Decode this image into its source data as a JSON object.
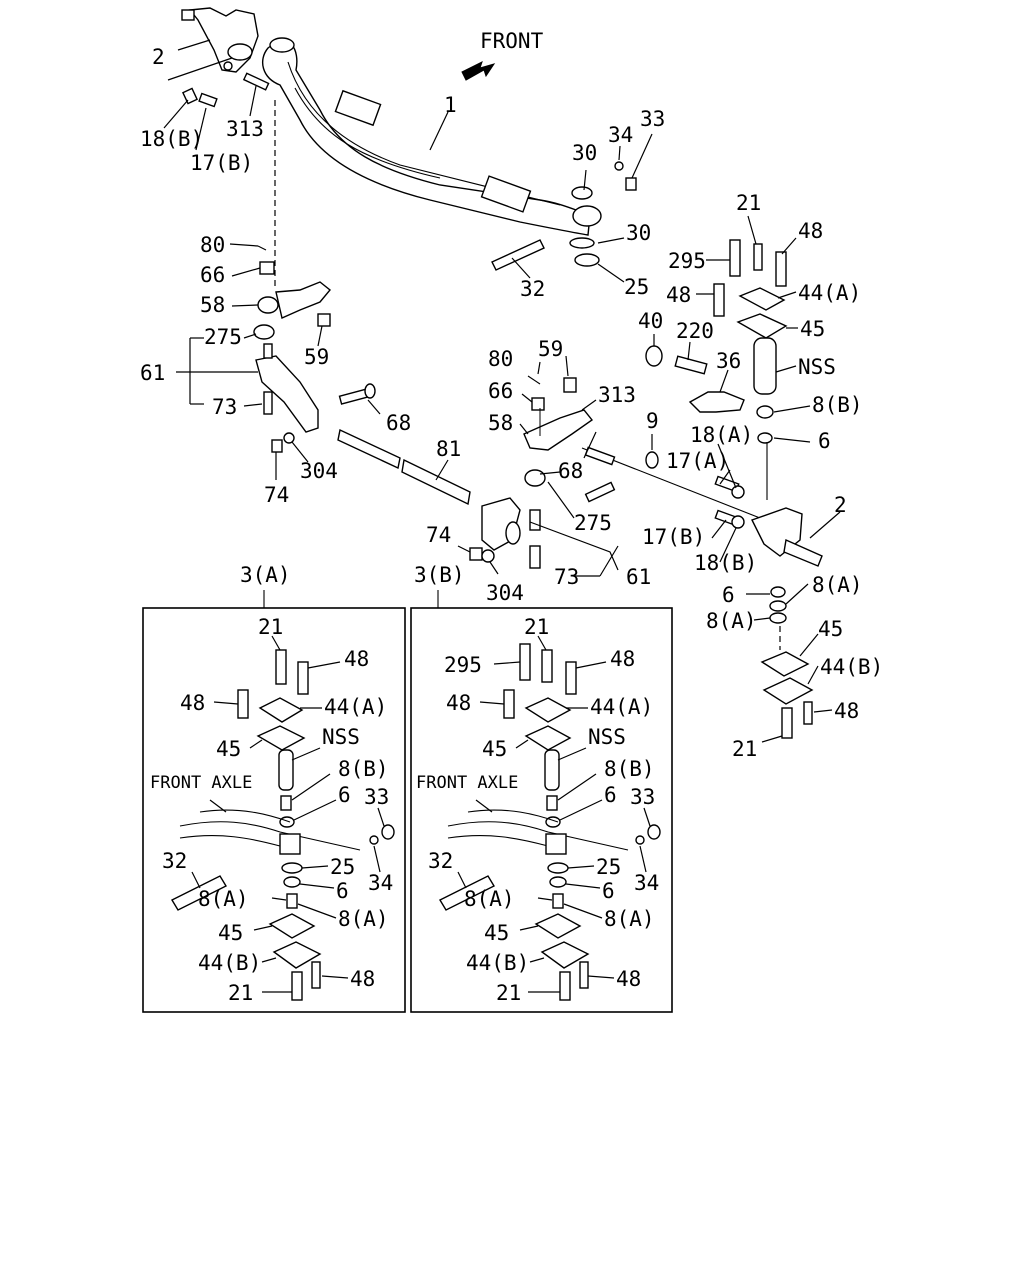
{
  "direction_label": "FRONT",
  "insets": [
    {
      "title": "3(A)",
      "front_axle_label": "FRONT AXLE"
    },
    {
      "title": "3(B)",
      "front_axle_label": "FRONT AXLE"
    }
  ],
  "callouts": {
    "main": [
      "2",
      "18(B)",
      "17(B)",
      "313",
      "1",
      "30",
      "34",
      "33",
      "30",
      "25",
      "32",
      "80",
      "66",
      "58",
      "275",
      "59",
      "61",
      "73",
      "74",
      "304",
      "68",
      "81",
      "21",
      "295",
      "48",
      "48",
      "44(A)",
      "45",
      "40",
      "220",
      "36",
      "NSS",
      "8(B)",
      "6",
      "80",
      "59",
      "66",
      "313",
      "58",
      "68",
      "9",
      "18(A)",
      "17(A)",
      "275",
      "17(B)",
      "18(B)",
      "2",
      "74",
      "304",
      "73",
      "61",
      "6",
      "8(A)",
      "8(A)",
      "45",
      "44(B)",
      "48",
      "21"
    ],
    "inset_a": [
      "21",
      "48",
      "48",
      "44(A)",
      "45",
      "NSS",
      "8(B)",
      "6",
      "33",
      "32",
      "25",
      "6",
      "34",
      "8(A)",
      "8(A)",
      "45",
      "44(B)",
      "48",
      "21"
    ],
    "inset_b": [
      "21",
      "295",
      "48",
      "48",
      "44(A)",
      "45",
      "NSS",
      "8(B)",
      "6",
      "33",
      "32",
      "25",
      "6",
      "34",
      "8(A)",
      "8(A)",
      "45",
      "44(B)",
      "48",
      "21"
    ]
  }
}
